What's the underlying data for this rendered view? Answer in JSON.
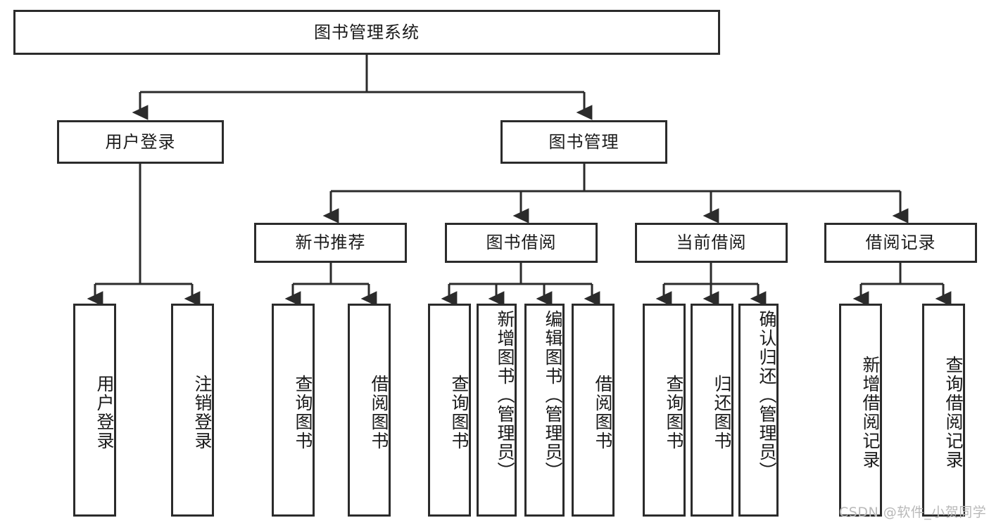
{
  "diagram": {
    "type": "tree-hierarchy-diagram",
    "root": {
      "label": "图书管理系统"
    },
    "level2": [
      {
        "label": "用户登录"
      },
      {
        "label": "图书管理"
      }
    ],
    "level3": [
      {
        "label": "新书推荐"
      },
      {
        "label": "图书借阅"
      },
      {
        "label": "当前借阅"
      },
      {
        "label": "借阅记录"
      }
    ],
    "leaves": {
      "user_login": [
        {
          "label": "用户登录"
        },
        {
          "label": "注销登录"
        }
      ],
      "new_book_recommend": [
        {
          "label": "查询图书"
        },
        {
          "label": "借阅图书"
        }
      ],
      "book_borrow": [
        {
          "label": "查询图书"
        },
        {
          "label": "新增图书（管理员）"
        },
        {
          "label": "编辑图书（管理员）"
        },
        {
          "label": "借阅图书"
        }
      ],
      "current_borrow": [
        {
          "label": "查询图书"
        },
        {
          "label": "归还图书"
        },
        {
          "label": "确认归还（管理员）"
        }
      ],
      "borrow_record": [
        {
          "label": "新增借阅记录"
        },
        {
          "label": "查询借阅记录"
        }
      ]
    }
  },
  "watermark": {
    "text": "CSDN @软件_小贺同学"
  },
  "colors": {
    "stroke": "#2b2b2b",
    "background": "#ffffff",
    "text": "#1a1a1a",
    "watermark": "#b9b9b9"
  }
}
